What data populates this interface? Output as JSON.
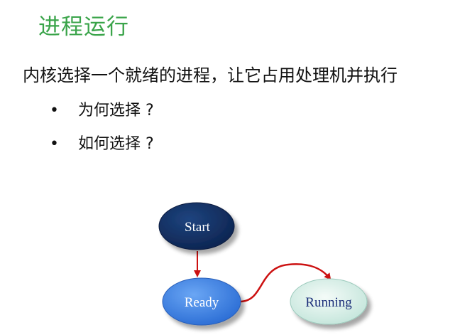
{
  "slide": {
    "title": "进程运行",
    "main_text": "内核选择一个就绪的进程，让它占用处理机并执行",
    "bullets": [
      {
        "marker": "•",
        "text": "为何选择 ?"
      },
      {
        "marker": "•",
        "text": "如何选择 ?"
      }
    ]
  },
  "diagram": {
    "nodes": [
      {
        "id": "start",
        "label": "Start",
        "fill": "#14305e",
        "text_color": "#ffffff"
      },
      {
        "id": "ready",
        "label": "Ready",
        "fill": "#3a7fe0",
        "text_color": "#ffffff"
      },
      {
        "id": "running",
        "label": "Running",
        "fill": "#ddf1ea",
        "text_color": "#1c2f7a"
      }
    ],
    "edges": [
      {
        "from": "start",
        "to": "ready",
        "color": "#cc1111"
      },
      {
        "from": "ready",
        "to": "running",
        "color": "#cc1111"
      }
    ]
  },
  "colors": {
    "title": "#3aa44a",
    "arrow": "#cc1111"
  }
}
